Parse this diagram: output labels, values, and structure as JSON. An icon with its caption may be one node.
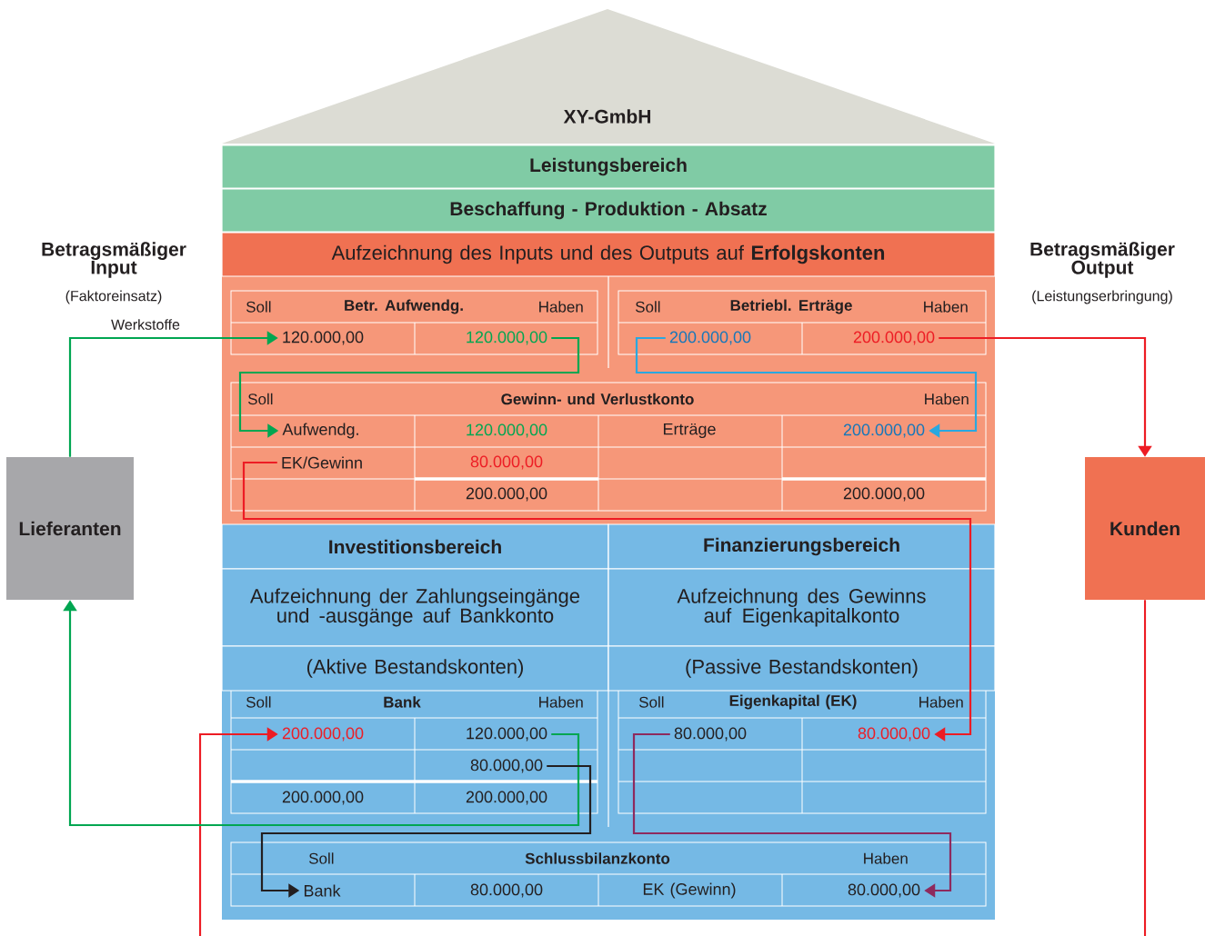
{
  "diagram": {
    "nodes": [
      {
        "text": [
          "XY-GmbH"
        ]
      },
      {
        "text": [
          "Leistungsbereich"
        ]
      },
      {
        "text": [
          "Beschaffung - Produktion - Absatz"
        ]
      },
      {
        "text": [
          "Aufzeichnung des Inputs und des Outputs auf **Erfolgskonten**"
        ]
      },
      {
        "text": [
          "Lieferanten"
        ]
      },
      {
        "text": [
          "Kunden"
        ]
      },
      {
        "text": [
          "Soll",
          "Betr. Aufwendg.",
          "Haben"
        ]
      },
      {
        "text": [
          "120.000,00"
        ]
      },
      {
        "text": [
          "120.000,00"
        ]
      },
      {
        "text": [
          "Soll",
          "Betriebl. Erträge",
          "Haben"
        ]
      },
      {
        "text": [
          "200.000,00"
        ]
      },
      {
        "text": [
          "200.000,00"
        ]
      },
      {
        "text": [
          "Soll",
          "Gewinn- und Verlustkonto",
          "Haben"
        ]
      },
      {
        "text": [
          "Aufwendg."
        ]
      },
      {
        "text": [
          "120.000,00"
        ]
      },
      {
        "text": [
          "Erträge"
        ]
      },
      {
        "text": [
          "200.000,00"
        ]
      },
      {
        "text": [
          "EK/Gewinn"
        ]
      },
      {
        "text": [
          "80.000,00"
        ]
      },
      {
        "text": [
          "200.000,00"
        ]
      },
      {
        "text": [
          "200.000,00"
        ]
      },
      {
        "text": [
          "Investitionsbereich"
        ]
      },
      {
        "text": [
          "Finanzierungsbereich"
        ]
      },
      {
        "text": [
          "Aufzeichnung der Zahlungseingänge und -ausgänge auf Bankkonto"
        ]
      },
      {
        "text": [
          "Aufzeichnung des Gewinns auf Eigenkapitalkonto"
        ]
      },
      {
        "text": [
          "(Aktive Bestandskonten)"
        ]
      },
      {
        "text": [
          "(Passive Bestandskonten)"
        ]
      },
      {
        "text": [
          "Soll",
          "Bank",
          "Haben"
        ]
      },
      {
        "text": [
          "200.000,00"
        ]
      },
      {
        "text": [
          "120.000,00"
        ]
      },
      {
        "text": [
          "80.000,00"
        ]
      },
      {
        "text": [
          "200.000,00"
        ]
      },
      {
        "text": [
          "200.000,00"
        ]
      },
      {
        "text": [
          "Soll",
          "Eigenkapital (EK)",
          "Haben"
        ]
      },
      {
        "text": [
          "80.000,00"
        ]
      },
      {
        "text": [
          "80.000,00"
        ]
      },
      {
        "text": [
          "Soll",
          "Schlussbilanzkonto",
          "Haben"
        ]
      },
      {
        "text": [
          "Bank"
        ]
      },
      {
        "text": [
          "80.000,00"
        ]
      },
      {
        "text": [
          "EK (Gewinn)"
        ]
      },
      {
        "text": [
          "80.000,00"
        ]
      }
    ],
    "edges": [
      {
        "from": 4,
        "to": 7,
        "arrow": "to",
        "label": "Werkstoffe",
        "color": "#00a651"
      },
      {
        "from": 8,
        "to": 13,
        "arrow": "to",
        "color": "#00a651"
      },
      {
        "from": 10,
        "to": 16,
        "arrow": "to",
        "color": "#29a8e0"
      },
      {
        "from": 11,
        "to": 5,
        "arrow": "to",
        "color": "#ed1c24"
      },
      {
        "from": 17,
        "to": 35,
        "arrow": "to",
        "color": "#ed1c24"
      },
      {
        "from": 5,
        "to": null,
        "arrow": "none",
        "color": "#ed1c24"
      },
      {
        "from": null,
        "to": 28,
        "arrow": "to",
        "color": "#ed1c24"
      },
      {
        "from": 29,
        "to": 4,
        "arrow": "to",
        "color": "#00a651"
      },
      {
        "from": 30,
        "to": 37,
        "arrow": "to",
        "color": "#231f20"
      },
      {
        "from": 34,
        "to": 40,
        "arrow": "to",
        "color": "#8e2a5e"
      }
    ],
    "labels": [
      "Betragsmäßiger Input",
      "(Faktoreinsatz)",
      "Betragsmäßiger Output",
      "(Leistungserbringung)"
    ]
  }
}
